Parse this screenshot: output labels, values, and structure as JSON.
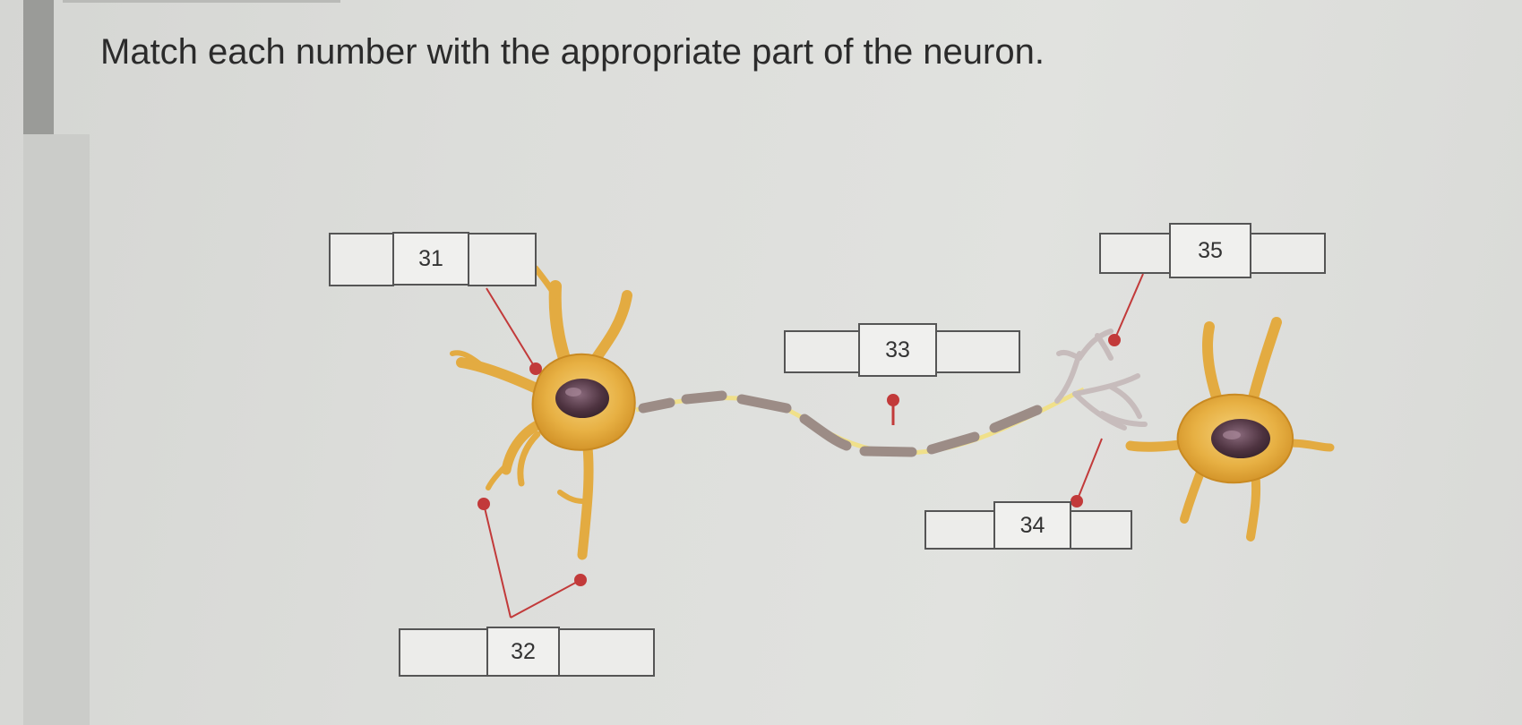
{
  "question": "Match each number with the appropriate part of the neuron.",
  "labels": [
    {
      "id": "31",
      "number": "31"
    },
    {
      "id": "32",
      "number": "32"
    },
    {
      "id": "33",
      "number": "33"
    },
    {
      "id": "34",
      "number": "34"
    },
    {
      "id": "35",
      "number": "35"
    }
  ],
  "colors": {
    "leader": "#c23a3a",
    "neuron_body": "#e6b24a",
    "neuron_edge": "#c98a22",
    "nucleus": "#5a3a44",
    "myelin": "#9c8c86",
    "axon_node": "#f0e08a"
  }
}
